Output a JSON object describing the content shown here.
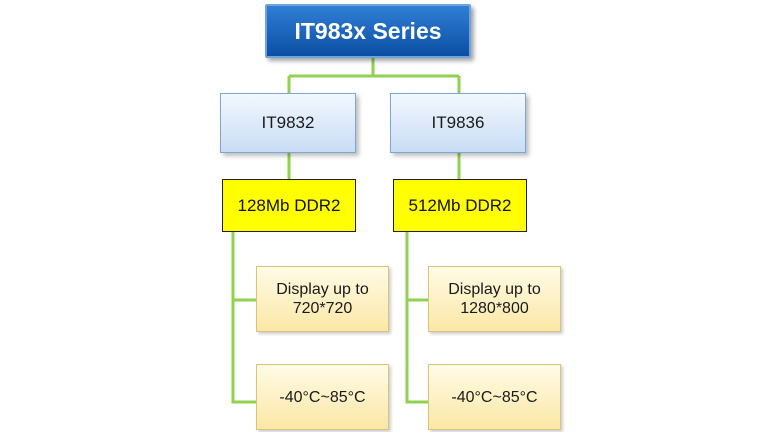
{
  "root": {
    "label": "IT983x Series"
  },
  "branches": [
    {
      "model": "IT9832",
      "memory": "128Mb DDR2",
      "features": [
        {
          "lines": [
            "Display up to",
            "720*720"
          ]
        },
        {
          "lines": [
            "-40°C~85°C"
          ]
        }
      ]
    },
    {
      "model": "IT9836",
      "memory": "512Mb DDR2",
      "features": [
        {
          "lines": [
            "Display up to",
            "1280*800"
          ]
        },
        {
          "lines": [
            "-40°C~85°C"
          ]
        }
      ]
    }
  ],
  "colors": {
    "connector": "#92d050",
    "root_fill": "#1560bd",
    "memory_fill": "#ffff00"
  }
}
